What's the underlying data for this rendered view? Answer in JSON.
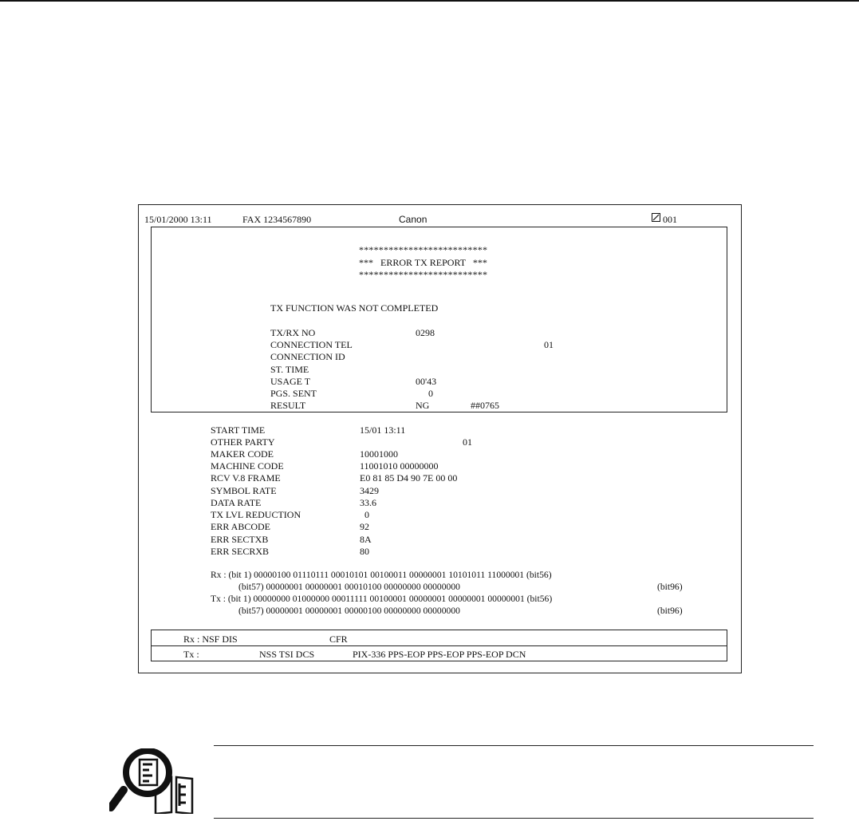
{
  "header": {
    "datetime": "15/01/2000 13:11",
    "fax_label": "FAX 1234567890",
    "brand": "Canon",
    "page_no": "001"
  },
  "report": {
    "stars": "**************************",
    "title_line": "***   ERROR TX REPORT   ***",
    "status": "TX FUNCTION WAS NOT COMPLETED",
    "fields": [
      {
        "label": "TX/RX NO",
        "value": "0298"
      },
      {
        "label": "CONNECTION TEL",
        "value": "01"
      },
      {
        "label": "CONNECTION ID",
        "value": ""
      },
      {
        "label": "ST. TIME",
        "value": ""
      },
      {
        "label": "USAGE T",
        "value": "00'43"
      },
      {
        "label": "PGS. SENT",
        "value": "0"
      },
      {
        "label": "RESULT",
        "value": "NG",
        "extra": "##0765"
      }
    ]
  },
  "details": [
    {
      "label": "START TIME",
      "value": "15/01 13:11"
    },
    {
      "label": "OTHER PARTY",
      "value": "01"
    },
    {
      "label": "MAKER CODE",
      "value": "10001000"
    },
    {
      "label": "MACHINE CODE",
      "value": "11001010 00000000"
    },
    {
      "label": "RCV V.8 FRAME",
      "value": "E0 81 85 D4 90 7E 00 00"
    },
    {
      "label": "SYMBOL RATE",
      "value": "3429"
    },
    {
      "label": "DATA RATE",
      "value": "33.6"
    },
    {
      "label": "TX LVL REDUCTION",
      "value": "0"
    },
    {
      "label": "ERR ABCODE",
      "value": "92"
    },
    {
      "label": "ERR SECTXB",
      "value": "8A"
    },
    {
      "label": "ERR SECRXB",
      "value": "80"
    }
  ],
  "bits": {
    "rx_line1": "Rx : (bit 1) 00000100 01110111 00010101 00100011 00000001 10101011 11000001 (bit56)",
    "rx_line2": "(bit57) 00000001 00000001 00010100 00000000 00000000",
    "rx_line2_end": "(bit96)",
    "tx_line1": "Tx : (bit 1) 00000000 01000000 00011111 00100001 00000001 00000001 00000001 (bit56)",
    "tx_line2": "(bit57) 00000001 00000001 00000100 00000000 00000000",
    "tx_line2_end": "(bit96)"
  },
  "protocol": {
    "rx_label": "Rx : NSF DIS",
    "rx_cfr": "CFR",
    "tx_label": "Tx :",
    "tx_seq": "NSS TSI DCS",
    "tx_pix": "PIX-336 PPS-EOP PPS-EOP PPS-EOP DCN"
  },
  "note_icon": "magnifier-book-icon"
}
